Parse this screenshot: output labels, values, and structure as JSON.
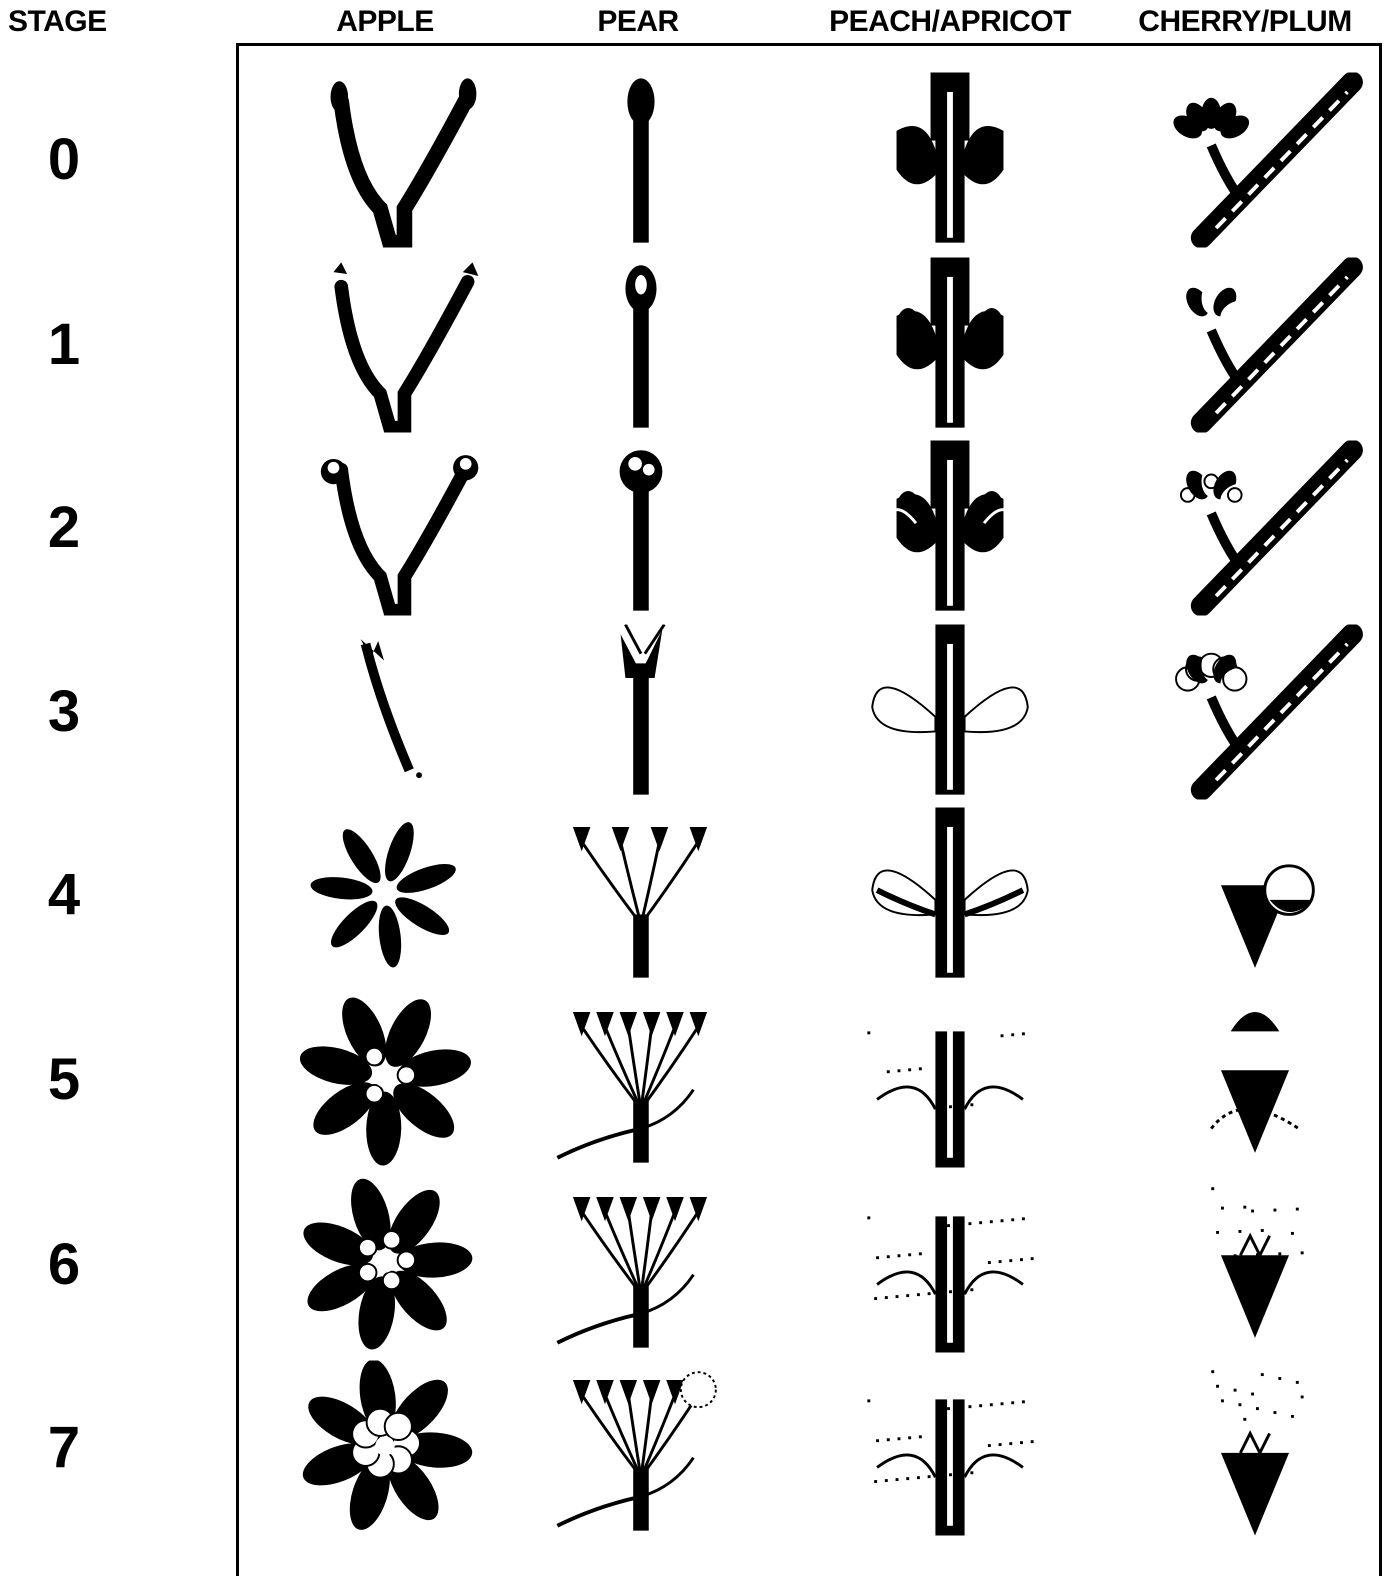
{
  "headers": {
    "stage": "STAGE",
    "columns": [
      "APPLE",
      "PEAR",
      "PEACH/APRICOT",
      "CHERRY/PLUM"
    ]
  },
  "stages": [
    "0",
    "1",
    "2",
    "3",
    "4",
    "5",
    "6",
    "7"
  ],
  "colors": {
    "ink": "#000000",
    "paper": "#ffffff"
  },
  "illustrations": [
    {
      "fruit": "apple",
      "icon": "forked-branch-bud"
    },
    {
      "fruit": "pear",
      "icon": "single-stem-bud"
    },
    {
      "fruit": "peach-apricot",
      "icon": "paired-bud-spur"
    },
    {
      "fruit": "cherry-plum",
      "icon": "diagonal-spur-cluster"
    }
  ]
}
